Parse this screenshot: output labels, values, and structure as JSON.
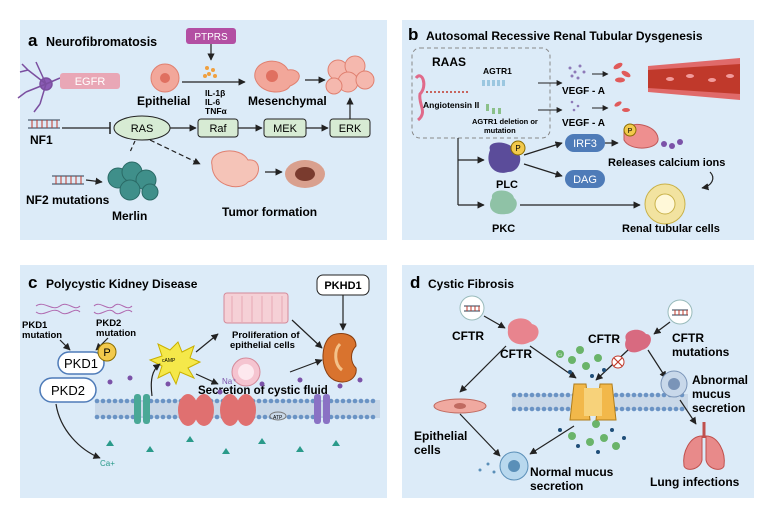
{
  "panels": {
    "a": {
      "letter": "a",
      "title": "Neurofibromatosis",
      "ptprs": "PTPRS",
      "egfr": "EGFR",
      "epithelial": "Epithelial",
      "il1b": "IL-1β",
      "il6": "IL-6",
      "tnfa": "TNFα",
      "mesenchymal": "Mesenchymal",
      "ras": "RAS",
      "raf": "Raf",
      "mek": "MEK",
      "erk": "ERK",
      "nf1": "NF1",
      "nf2": "NF2 mutations",
      "merlin": "Merlin",
      "tumor": "Tumor formation"
    },
    "b": {
      "letter": "b",
      "title": "Autosomal Recessive Renal Tubular Dysgenesis",
      "raas": "RAAS",
      "agtr1": "AGTR1",
      "angiotensin": "Angiotensin II",
      "agtr1_deletion_1": "AGTR1 deletion or",
      "agtr1_deletion_2": "mutation",
      "vegf1": "VEGF - A",
      "vegf2": "VEGF - A",
      "p": "P",
      "irf3": "IRF3",
      "releases": "Releases calcium ions",
      "plc": "PLC",
      "dag": "DAG",
      "pkc": "PKC",
      "renal": "Renal tubular cells"
    },
    "c": {
      "letter": "c",
      "title": "Polycystic Kidney Disease",
      "pkhd1": "PKHD1",
      "pkd1_mut_1": "PKD1",
      "pkd1_mut_2": "mutation",
      "pkd2_mut_1": "PKD2",
      "pkd2_mut_2": "mutation",
      "pkd1": "PKD1",
      "p": "P",
      "pkd2": "PKD2",
      "prolif_1": "Proliferation of",
      "prolif_2": "epithelial cells",
      "secretion": "Secretion of cystic fluid",
      "camp": "cAMP",
      "na": "Na⁺",
      "ca": "Ca+",
      "atp": "ATP"
    },
    "d": {
      "letter": "d",
      "title": "Cystic Fibrosis",
      "cftr1": "CFTR",
      "cftr2": "CFTR",
      "cftr3": "CFTR",
      "cftr_mut_1": "CFTR",
      "cftr_mut_2": "mutations",
      "abnormal_1": "Abnormal",
      "abnormal_2": "mucus",
      "abnormal_3": "secretion",
      "epithelial_1": "Epithelial",
      "epithelial_2": "cells",
      "normal_1": "Normal mucus",
      "normal_2": "secretion",
      "lung": "Lung infections",
      "cl": "Cl"
    }
  },
  "colors": {
    "panel_bg": "#dcebf8",
    "ras_box": "#d7ebd4",
    "blue_box": "#4e7bb8",
    "phospho": "#f2c94c",
    "ptprs": "#b34fa3",
    "egfr": "#e9a7b6"
  }
}
